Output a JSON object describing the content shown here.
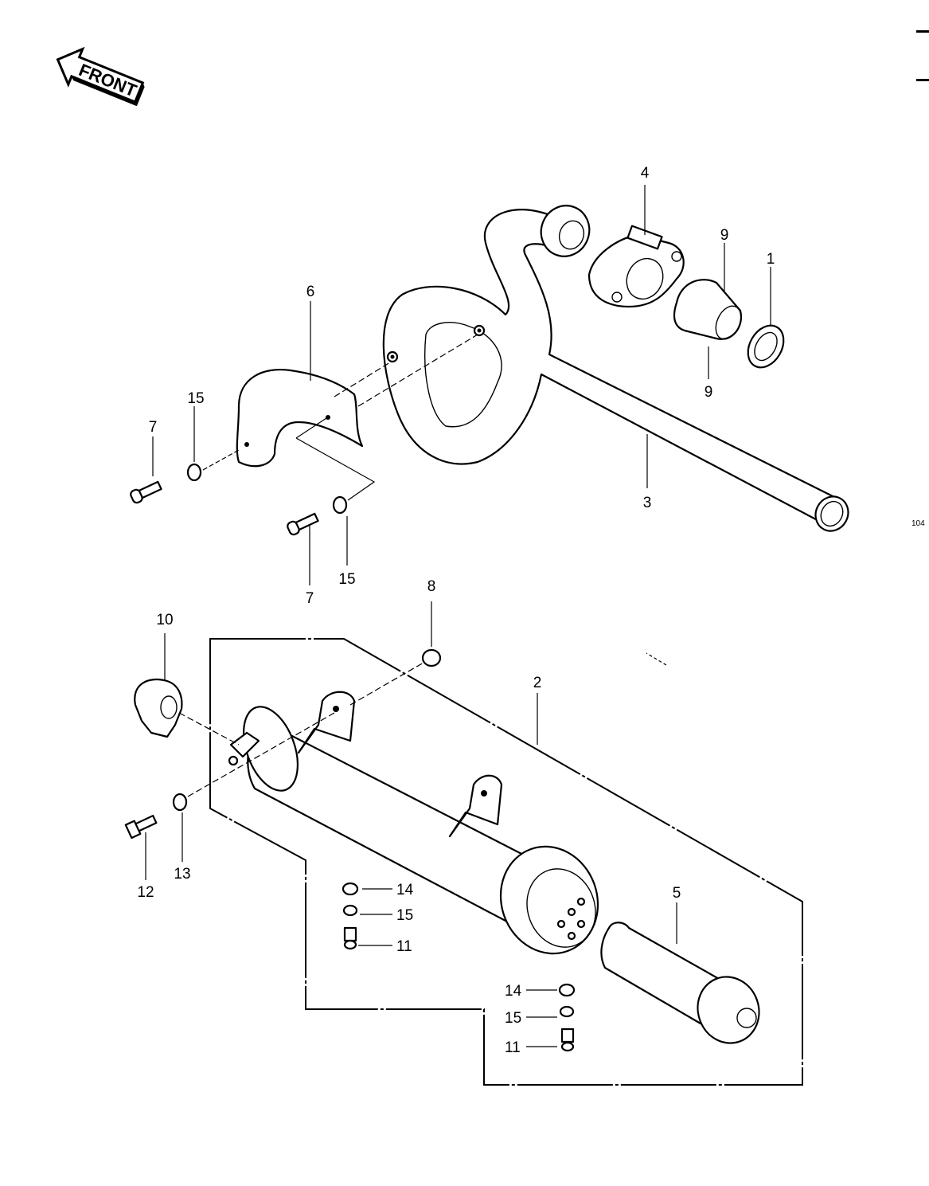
{
  "front_label": "FRONT",
  "figure_code": "104",
  "colors": {
    "ink": "#000000",
    "paper": "#ffffff"
  },
  "callouts": {
    "p1": "1",
    "p2": "2",
    "p3": "3",
    "p4": "4",
    "p5": "5",
    "p6": "6",
    "p7a": "7",
    "p7b": "7",
    "p8": "8",
    "p9a": "9",
    "p9b": "9",
    "p10": "10",
    "p11a": "11",
    "p11b": "11",
    "p12": "12",
    "p13": "13",
    "p14a": "14",
    "p14b": "14",
    "p15a": "15",
    "p15b": "15",
    "p15c": "15",
    "p15d": "15"
  }
}
